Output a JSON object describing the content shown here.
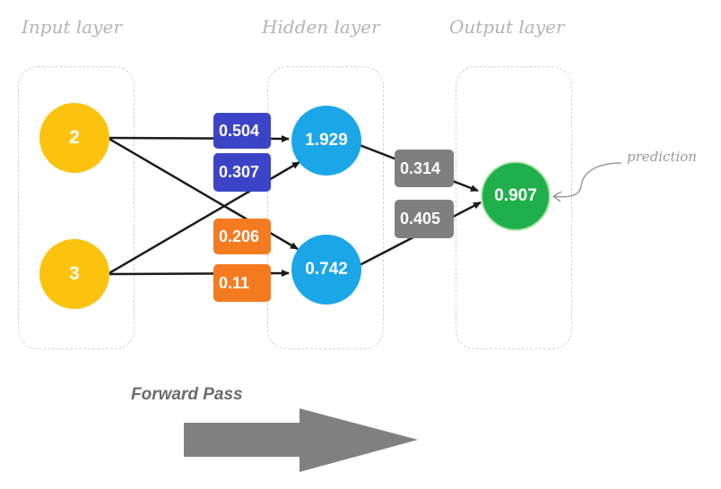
{
  "layers": {
    "input": "Input layer",
    "hidden": "Hidden layer",
    "output": "Output layer"
  },
  "nodes": {
    "input_1": "2",
    "input_2": "3",
    "hidden_1": "1.929",
    "hidden_2": "0.742",
    "output": "0.907"
  },
  "weights": {
    "w_i1_h1": "0.504",
    "w_i2_h1": "0.307",
    "w_i1_h2": "0.206",
    "w_i2_h2": "0.11",
    "w_h1_o": "0.314",
    "w_h2_o": "0.405"
  },
  "annotation": "prediction",
  "forward_pass": "Forward Pass",
  "colors": {
    "input_node": "#fcc30e",
    "hidden_node": "#1ba6e8",
    "output_node": "#20b04b",
    "weight_to_h1": "#3b44c6",
    "weight_to_h2": "#f57b21",
    "weight_to_out": "#7f7f7f",
    "arrow": "#808080"
  }
}
